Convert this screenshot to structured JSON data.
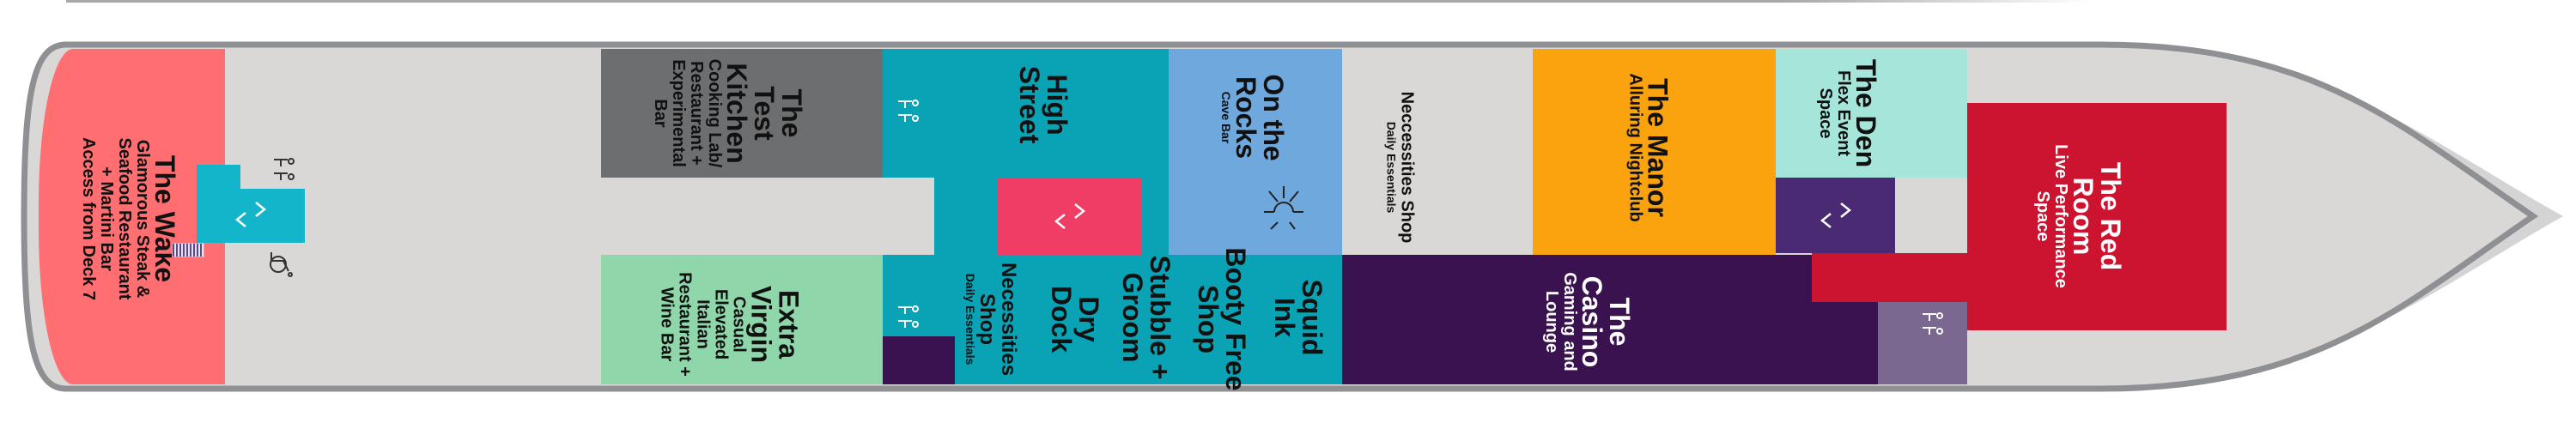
{
  "deck_plan": {
    "colors": {
      "hull": "#8e9093",
      "corridor": "#d9d8d6",
      "wake": "#ff6f72",
      "test_kitchen": "#6d6e70",
      "extra_virgin": "#8fd6aa",
      "high_street": "#0aa3b5",
      "elevator_teal": "#12b5c9",
      "elevator_pink": "#ef3d66",
      "on_the_rocks": "#6fa8dc",
      "manor": "#fba30f",
      "den": "#a6e6da",
      "den_elevator": "#4a2a73",
      "red_room": "#cc1430",
      "casino": "#3b1250",
      "restroom_box": "#7a6890"
    },
    "venues": {
      "wake": {
        "title": "The Wake",
        "sub": [
          "Glamorous Steak &",
          "Seafood Restaurant",
          "+ Martini Bar",
          "Access from Deck 7"
        ]
      },
      "test_kitchen": {
        "title": [
          "The",
          "Test",
          "Kitchen"
        ],
        "sub": [
          "Cooking Lab/",
          "Restaurant +",
          "Experimental",
          "Bar"
        ]
      },
      "extra_virgin": {
        "title": [
          "Extra",
          "Virgin"
        ],
        "sub": [
          "Casual",
          "Elevated",
          "Italian",
          "Restaurant +",
          "Wine Bar"
        ]
      },
      "high_street": {
        "title": [
          "High",
          "Street"
        ]
      },
      "on_the_rocks": {
        "title": [
          "On the",
          "Rocks"
        ],
        "sub": "Cave Bar"
      },
      "necessities_top": {
        "title": "Neccessities Shop",
        "sub": "Daily Essentials"
      },
      "manor": {
        "title": "The Manor",
        "sub": "Alluring Nightclub"
      },
      "den": {
        "title": "The Den",
        "sub": [
          "Flex Event",
          "Space"
        ]
      },
      "red_room": {
        "title": [
          "The Red",
          "Room"
        ],
        "sub": [
          "Live Performance",
          "Space"
        ]
      },
      "casino": {
        "title": [
          "The",
          "Casino"
        ],
        "sub": [
          "Gaming and",
          "Lounge"
        ]
      },
      "squid_ink": {
        "title": [
          "Squid",
          "Ink"
        ]
      },
      "booty_free": {
        "title": [
          "Booty Free",
          "Shop"
        ]
      },
      "stubble_groom": {
        "title": [
          "Stubble +",
          "Groom"
        ]
      },
      "dry_dock": {
        "title": [
          "Dry",
          "Dock"
        ]
      },
      "necessities_bottom": {
        "title": [
          "Necessities",
          "Shop"
        ],
        "sub": "Daily Essentials"
      }
    },
    "icons": [
      "restroom-icon",
      "elevator-icon",
      "accessible-icon",
      "light-icon"
    ]
  }
}
